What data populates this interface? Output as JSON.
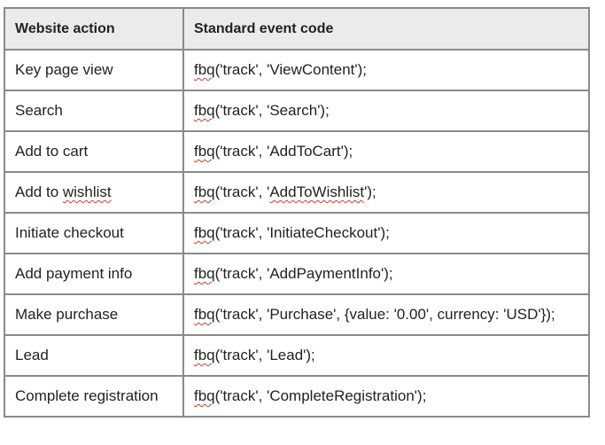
{
  "table": {
    "headers": [
      "Website action",
      "Standard event code"
    ],
    "rows": [
      {
        "action": "Key page view",
        "pre": "fbq",
        "code": "('track', 'ViewContent');"
      },
      {
        "action": "Search",
        "pre": "fbq",
        "code": "('track', 'Search');"
      },
      {
        "action": "Add to cart",
        "pre": "fbq",
        "code": "('track', 'AddToCart');"
      },
      {
        "action_pre": "Add to ",
        "action_err": "wishlist",
        "pre": "fbq",
        "code_mid": "('track', '",
        "code_err": "AddToWishlist",
        "code_post": "');"
      },
      {
        "action": "Initiate checkout",
        "pre": "fbq",
        "code": "('track', 'InitiateCheckout');"
      },
      {
        "action": "Add payment info",
        "pre": "fbq",
        "code": "('track', 'AddPaymentInfo');"
      },
      {
        "action": "Make purchase",
        "pre": "fbq",
        "code": "('track', 'Purchase', {value: '0.00', currency: 'USD'});"
      },
      {
        "action": "Lead",
        "pre": "fbq",
        "code": "('track', 'Lead');"
      },
      {
        "action": "Complete registration",
        "pre": "fbq",
        "code": "('track', 'CompleteRegistration');"
      }
    ]
  },
  "colors": {
    "border": "#8a8a8a",
    "header_bg": "#ebebeb",
    "spellcheck": "#d23a2e"
  }
}
